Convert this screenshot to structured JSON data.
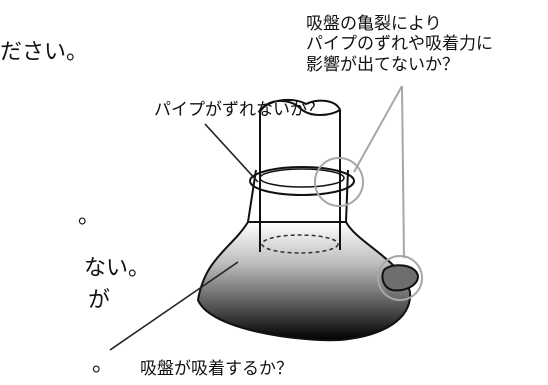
{
  "fragments": {
    "line1": "ださい。",
    "line2": "。",
    "line3": "ない。",
    "line4": "が",
    "line5": "。"
  },
  "callouts": {
    "pipe_shift": "パイプがずれないか？",
    "crack": [
      "吸盤の亀裂により",
      "パイプのずれや吸着力に",
      "影響が出てないか？"
    ],
    "suction": "吸盤が吸着するか？"
  }
}
